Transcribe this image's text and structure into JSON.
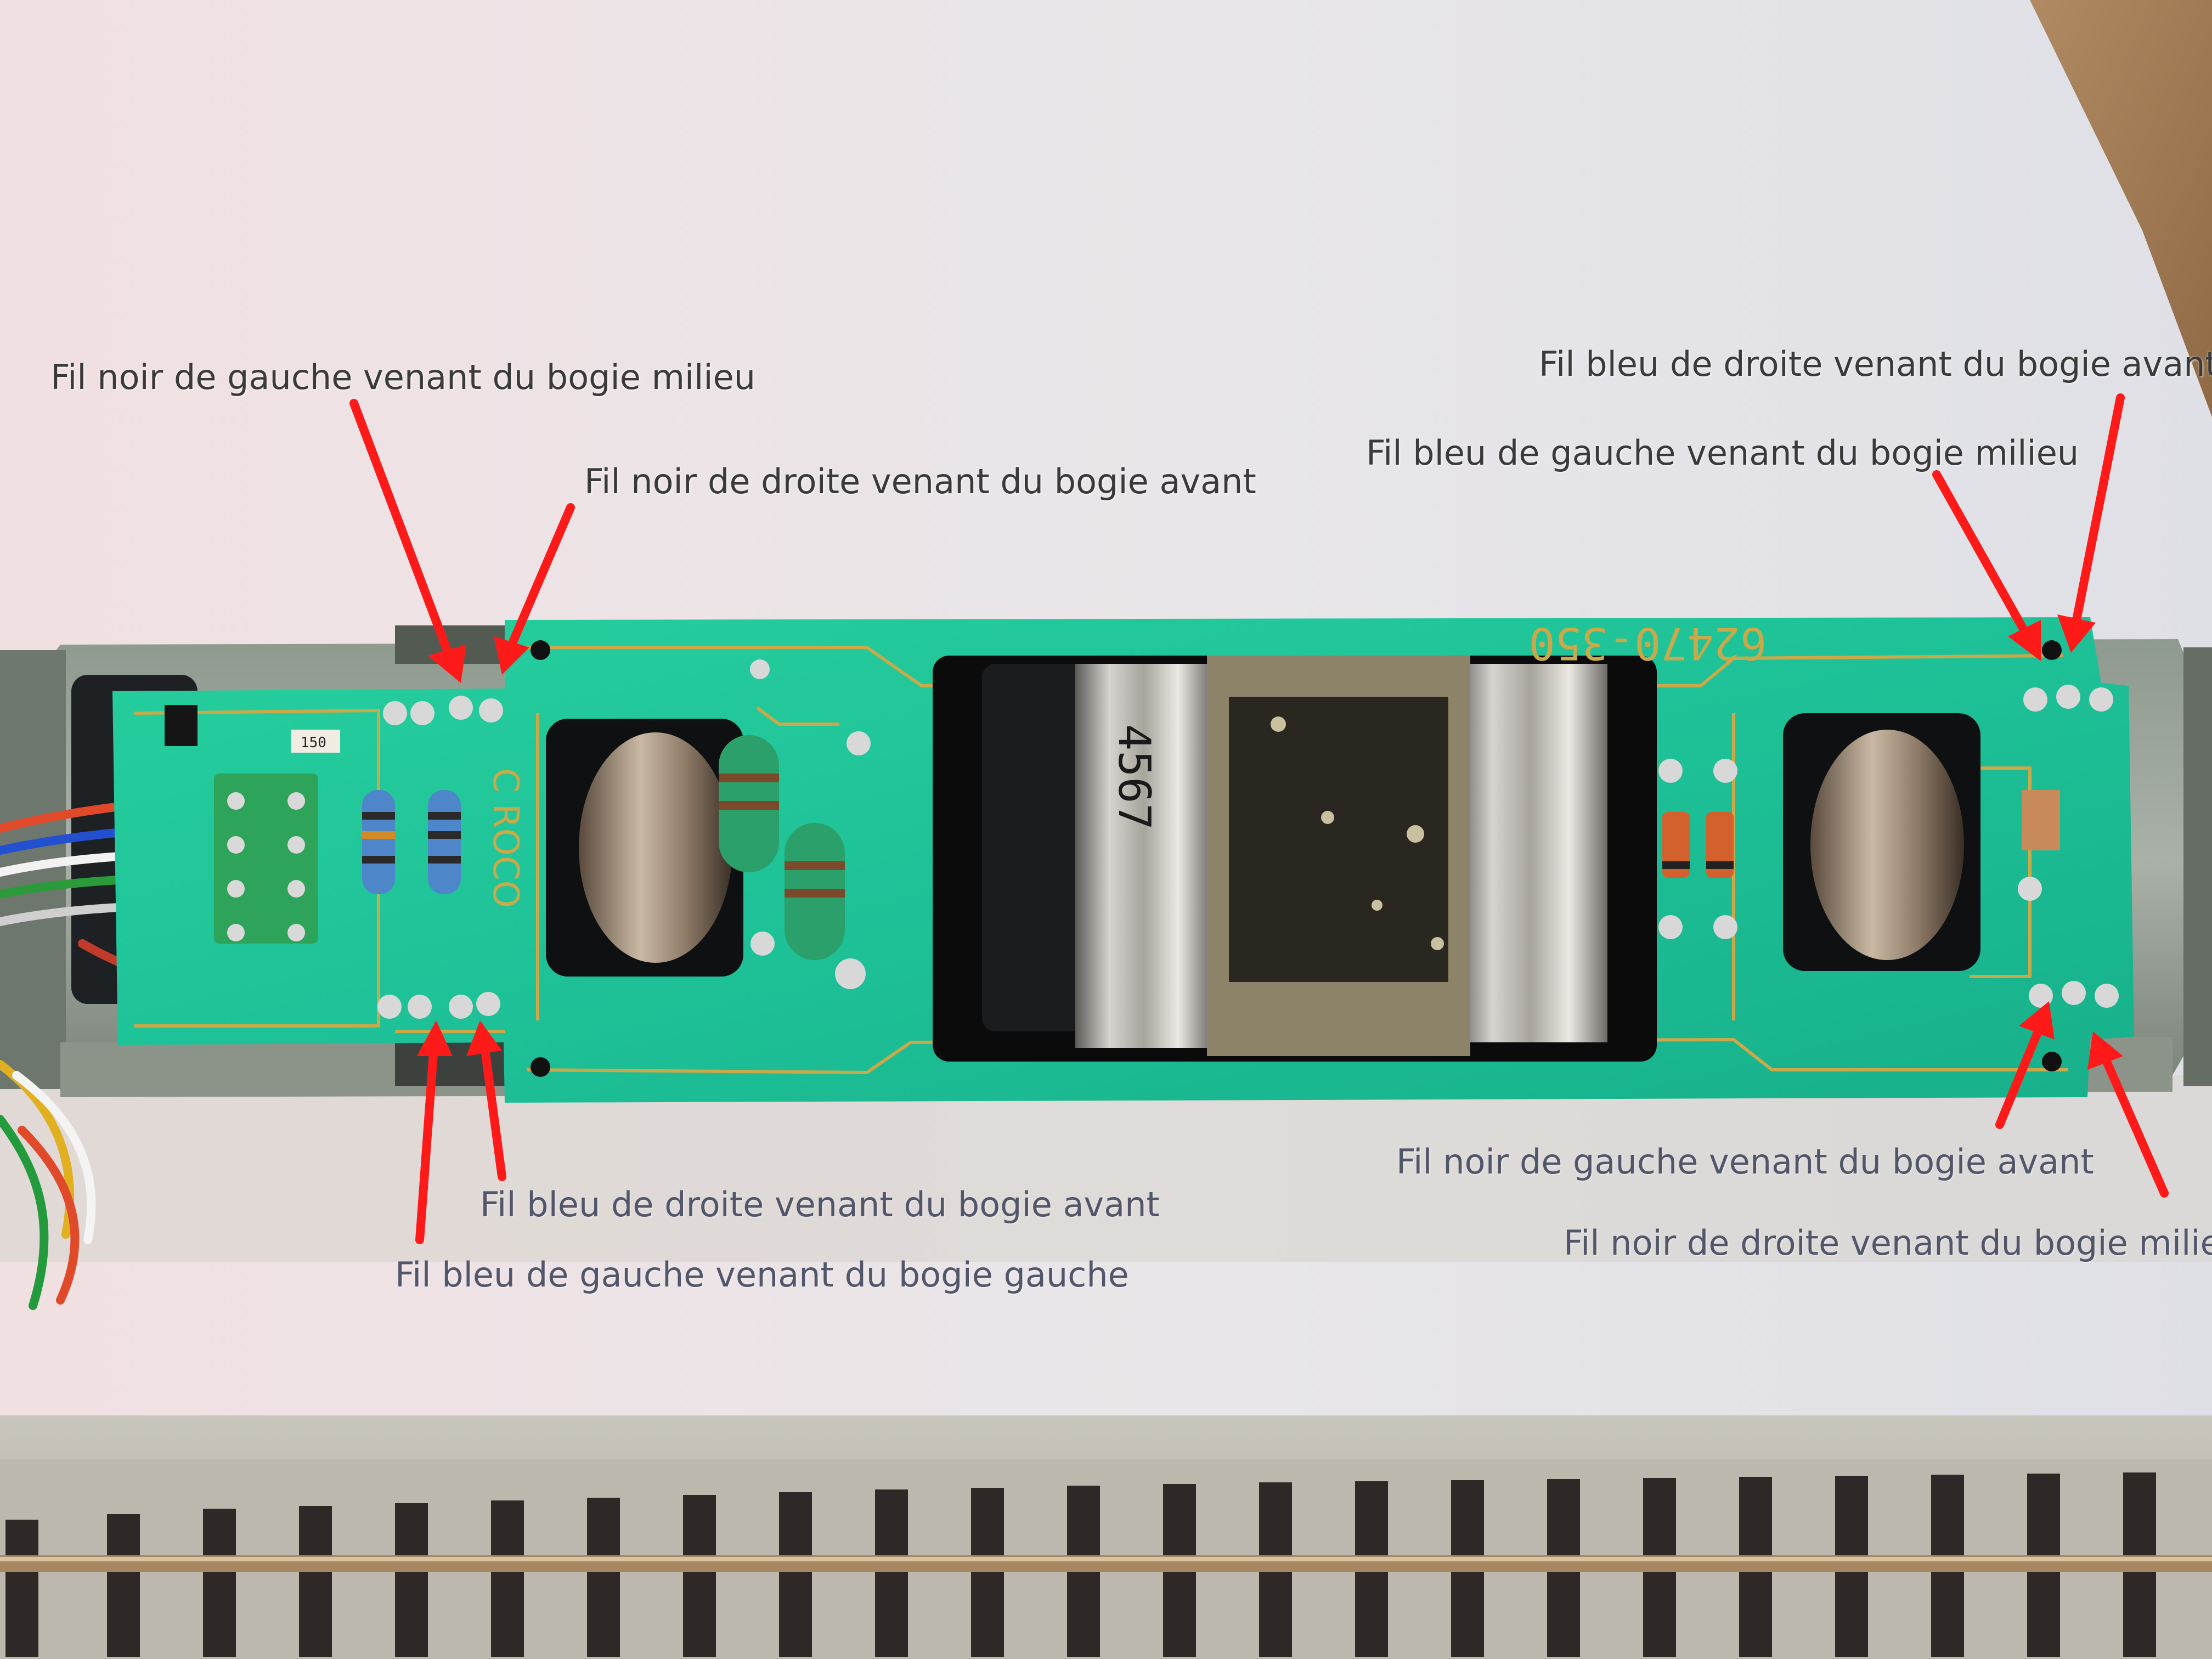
{
  "annotations": {
    "top_left_1": "Fil noir de gauche venant du bogie milieu",
    "top_left_2": "Fil noir de droite venant du bogie avant",
    "top_right_1": "Fil bleu de droite venant du bogie avant",
    "top_right_2": "Fil bleu de gauche venant du bogie milieu",
    "bottom_left_1": "Fil bleu de droite venant du bogie avant",
    "bottom_left_2": "Fil bleu de gauche venant du bogie gauche",
    "bottom_right_1": "Fil noir de gauche venant du bogie avant",
    "bottom_right_2": "Fil noir de droite venant du bogie milieu"
  },
  "board": {
    "part_number": "62470-350",
    "brand_mark": "C ROCO",
    "resistor_code": "150",
    "motor_marking": "4567"
  },
  "colors": {
    "arrow": "#ff1a1a",
    "pcb": "#1fc59a",
    "trace": "#c9a94a",
    "solder": "#d8d8d8"
  }
}
